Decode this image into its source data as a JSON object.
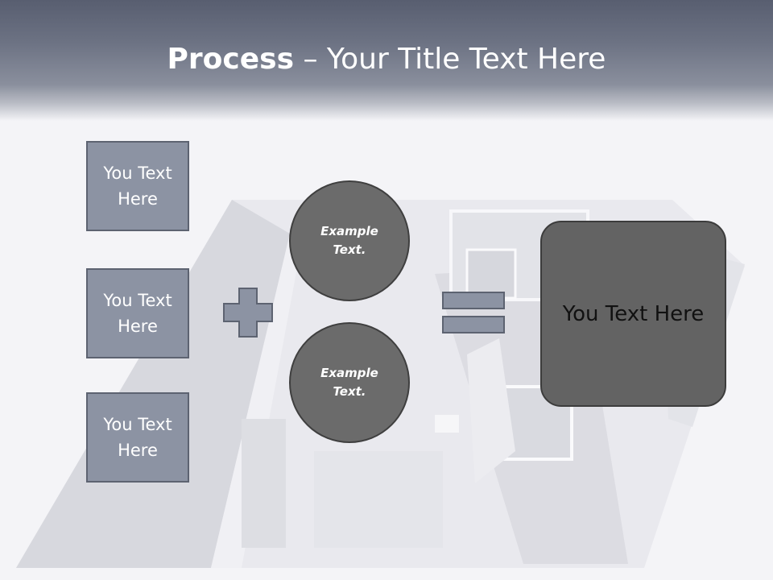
{
  "title": {
    "bold": "Process",
    "rest": " – Your Title Text Here"
  },
  "side_boxes": [
    "You Text Here",
    "You Text Here",
    "You Text Here"
  ],
  "circles": [
    "Example Text.",
    "Example Text."
  ],
  "result": "You Text Here",
  "colors": {
    "header": "#585e70",
    "box_fill": "#8c93a3",
    "circle_fill": "#6b6b6b",
    "result_fill": "#636363"
  }
}
